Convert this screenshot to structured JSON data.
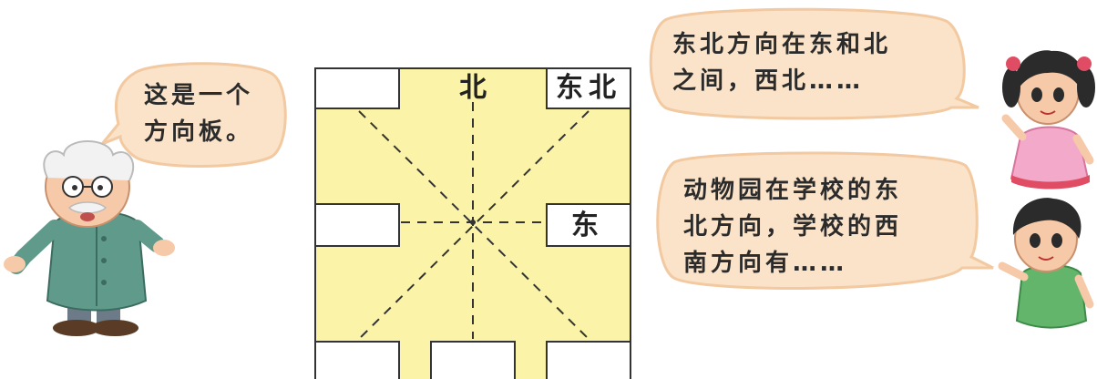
{
  "speech": {
    "grandpa": [
      "这是一个",
      "方向板。"
    ],
    "girl": [
      "东北方向在东和北",
      "之间，西北……"
    ],
    "boy": [
      "动物园在学校的东",
      "北方向，学校的西",
      "南方向有……"
    ]
  },
  "board": {
    "north": "北",
    "northeast": "东北",
    "east": "东"
  },
  "colors": {
    "board_fill": "#fbf4a8",
    "bubble_fill": "#fbe3c9",
    "bubble_stroke": "#f2c9a0"
  }
}
